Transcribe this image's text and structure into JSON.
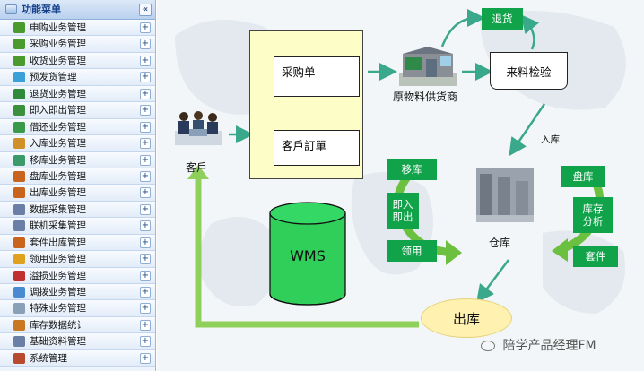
{
  "menu": {
    "title": "功能菜单",
    "collapse_symbol": "«",
    "expand_symbol": "+",
    "items": [
      {
        "label": "申购业务管理",
        "color": "#4a9a2e"
      },
      {
        "label": "采购业务管理",
        "color": "#4a9a2e"
      },
      {
        "label": "收货业务管理",
        "color": "#4a9a2e"
      },
      {
        "label": "预发货管理",
        "color": "#3aa0d8"
      },
      {
        "label": "退货业务管理",
        "color": "#2f8a3a"
      },
      {
        "label": "即入即出管理",
        "color": "#3c8f3c"
      },
      {
        "label": "借还业务管理",
        "color": "#3a9a4a"
      },
      {
        "label": "入库业务管理",
        "color": "#d0902a"
      },
      {
        "label": "移库业务管理",
        "color": "#3a9a6a"
      },
      {
        "label": "盘库业务管理",
        "color": "#c8641e"
      },
      {
        "label": "出库业务管理",
        "color": "#c8641e"
      },
      {
        "label": "数据采集管理",
        "color": "#6b7fa6"
      },
      {
        "label": "联机采集管理",
        "color": "#6b7fa6"
      },
      {
        "label": "套件出库管理",
        "color": "#c8641e"
      },
      {
        "label": "领用业务管理",
        "color": "#e0a020"
      },
      {
        "label": "溢损业务管理",
        "color": "#c03030"
      },
      {
        "label": "调拨业务管理",
        "color": "#4a8ad0"
      },
      {
        "label": "特殊业务管理",
        "color": "#8aa0b8"
      },
      {
        "label": "库存数据统计",
        "color": "#c87820"
      },
      {
        "label": "基础资料管理",
        "color": "#6b7fa6"
      },
      {
        "label": "系统管理",
        "color": "#b84a30"
      }
    ]
  },
  "diagram": {
    "customer_label": "客戶",
    "purchase_order": "采购单",
    "customer_order": "客戶訂單",
    "supplier_label": "原物料供货商",
    "return_label": "退货",
    "inspection_label": "来料检验",
    "inbound_label": "入库",
    "move_label": "移库",
    "instant_label": "即入\n即出",
    "pick_label": "领用",
    "warehouse_label": "仓库",
    "stocktake_label": "盘库",
    "analysis_label": "库存\n分析",
    "kit_label": "套件",
    "wms_label": "WMS",
    "outbound_label": "出库",
    "watermark": "陪学产品经理FM",
    "arrow_color": "#3aa88a",
    "box_color": "#11a34a"
  }
}
